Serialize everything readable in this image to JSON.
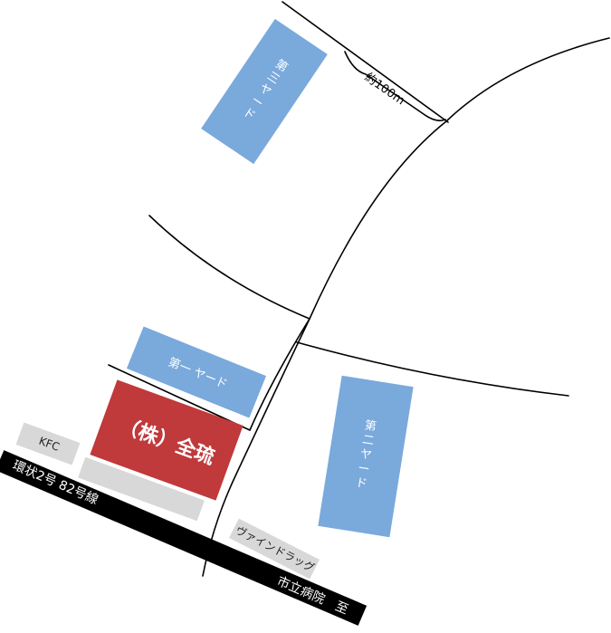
{
  "yards": {
    "third": {
      "label_lines": [
        "第",
        "三",
        "ヤ",
        "ー",
        "ド"
      ]
    },
    "first": {
      "label": "第一 ヤード"
    },
    "second": {
      "label_lines": [
        "第",
        "二",
        "ヤ",
        "ー",
        "ド"
      ]
    }
  },
  "distance_label": "約100m",
  "headquarters": {
    "label": "（株）全琉"
  },
  "shops": {
    "kfc": "KFC",
    "drugstore": "ヴァインドラッグ"
  },
  "main_road": {
    "left_label": "環状2号 82号線",
    "right_label": "市立病院　至"
  },
  "colors": {
    "yard": "#7aa9dc",
    "headquarters": "#c0393b",
    "main_road": "#000000",
    "shop": "#d8d8d8"
  }
}
